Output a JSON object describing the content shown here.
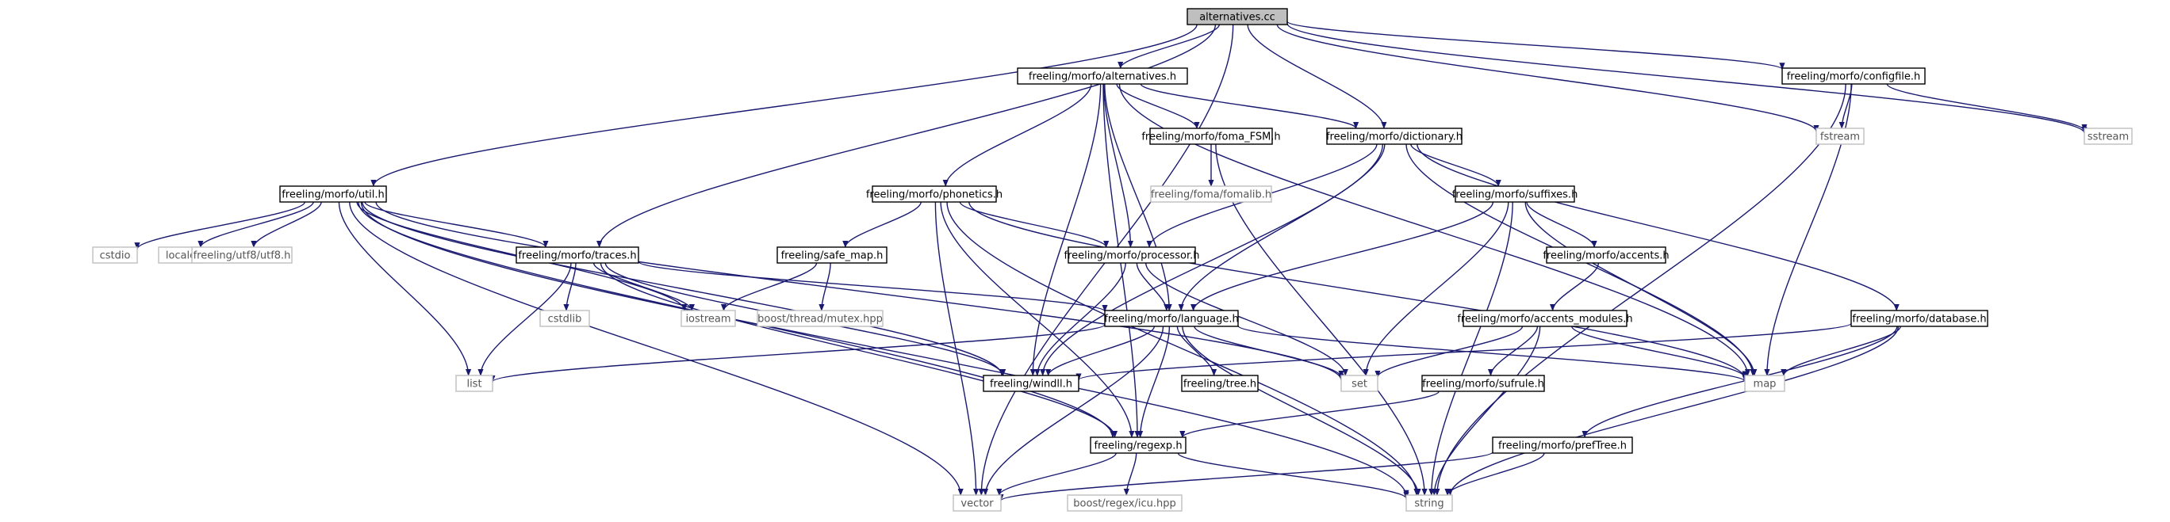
{
  "diagram": {
    "colors": {
      "edge": "#191970",
      "root_fill": "#bfbfbf",
      "external_border": "#bfbfbf",
      "internal_border": "#000000"
    },
    "nodes": [
      {
        "id": "root",
        "label": "alternatives.cc",
        "kind": "root"
      },
      {
        "id": "alt_h",
        "label": "freeling/morfo/alternatives.h",
        "kind": "internal"
      },
      {
        "id": "configfile",
        "label": "freeling/morfo/configfile.h",
        "kind": "internal"
      },
      {
        "id": "fstream",
        "label": "fstream",
        "kind": "external"
      },
      {
        "id": "sstream",
        "label": "sstream",
        "kind": "external"
      },
      {
        "id": "foma_fsm",
        "label": "freeling/morfo/foma_FSM.h",
        "kind": "internal"
      },
      {
        "id": "dictionary",
        "label": "freeling/morfo/dictionary.h",
        "kind": "internal"
      },
      {
        "id": "fomalib",
        "label": "freeling/foma/fomalib.h",
        "kind": "external"
      },
      {
        "id": "util",
        "label": "freeling/morfo/util.h",
        "kind": "internal"
      },
      {
        "id": "phonetics",
        "label": "freeling/morfo/phonetics.h",
        "kind": "internal"
      },
      {
        "id": "suffixes",
        "label": "freeling/morfo/suffixes.h",
        "kind": "internal"
      },
      {
        "id": "cstdio",
        "label": "cstdio",
        "kind": "external"
      },
      {
        "id": "locale",
        "label": "locale",
        "kind": "external"
      },
      {
        "id": "utf8",
        "label": "freeling/utf8/utf8.h",
        "kind": "external"
      },
      {
        "id": "traces",
        "label": "freeling/morfo/traces.h",
        "kind": "internal"
      },
      {
        "id": "safe_map",
        "label": "freeling/safe_map.h",
        "kind": "internal"
      },
      {
        "id": "processor",
        "label": "freeling/morfo/processor.h",
        "kind": "internal"
      },
      {
        "id": "accents",
        "label": "freeling/morfo/accents.h",
        "kind": "internal"
      },
      {
        "id": "cstdlib",
        "label": "cstdlib",
        "kind": "external"
      },
      {
        "id": "iostream",
        "label": "iostream",
        "kind": "external"
      },
      {
        "id": "mutex",
        "label": "boost/thread/mutex.hpp",
        "kind": "external"
      },
      {
        "id": "language",
        "label": "freeling/morfo/language.h",
        "kind": "internal"
      },
      {
        "id": "accents_modules",
        "label": "freeling/morfo/accents_modules.h",
        "kind": "internal"
      },
      {
        "id": "database",
        "label": "freeling/morfo/database.h",
        "kind": "internal"
      },
      {
        "id": "list",
        "label": "list",
        "kind": "external"
      },
      {
        "id": "windll",
        "label": "freeling/windll.h",
        "kind": "internal"
      },
      {
        "id": "tree",
        "label": "freeling/tree.h",
        "kind": "internal"
      },
      {
        "id": "set",
        "label": "set",
        "kind": "external"
      },
      {
        "id": "sufrule",
        "label": "freeling/morfo/sufrule.h",
        "kind": "internal"
      },
      {
        "id": "map",
        "label": "map",
        "kind": "external"
      },
      {
        "id": "regexp",
        "label": "freeling/regexp.h",
        "kind": "internal"
      },
      {
        "id": "preftree",
        "label": "freeling/morfo/prefTree.h",
        "kind": "internal"
      },
      {
        "id": "vector",
        "label": "vector",
        "kind": "external"
      },
      {
        "id": "string",
        "label": "string",
        "kind": "external"
      },
      {
        "id": "icu",
        "label": "boost/regex/icu.hpp",
        "kind": "external"
      }
    ],
    "edges": [
      [
        "root",
        "alt_h"
      ],
      [
        "root",
        "configfile"
      ],
      [
        "root",
        "fstream"
      ],
      [
        "root",
        "sstream"
      ],
      [
        "root",
        "dictionary"
      ],
      [
        "root",
        "util"
      ],
      [
        "root",
        "traces"
      ],
      [
        "root",
        "vector"
      ],
      [
        "alt_h",
        "foma_fsm"
      ],
      [
        "alt_h",
        "dictionary"
      ],
      [
        "alt_h",
        "phonetics"
      ],
      [
        "alt_h",
        "processor"
      ],
      [
        "alt_h",
        "language"
      ],
      [
        "alt_h",
        "windll"
      ],
      [
        "alt_h",
        "regexp"
      ],
      [
        "alt_h",
        "map"
      ],
      [
        "configfile",
        "fstream"
      ],
      [
        "configfile",
        "sstream"
      ],
      [
        "configfile",
        "map"
      ],
      [
        "configfile",
        "string"
      ],
      [
        "foma_fsm",
        "fomalib"
      ],
      [
        "foma_fsm",
        "string"
      ],
      [
        "dictionary",
        "suffixes"
      ],
      [
        "dictionary",
        "database"
      ],
      [
        "dictionary",
        "processor"
      ],
      [
        "dictionary",
        "language"
      ],
      [
        "dictionary",
        "windll"
      ],
      [
        "dictionary",
        "map"
      ],
      [
        "util",
        "cstdio"
      ],
      [
        "util",
        "locale"
      ],
      [
        "util",
        "utf8"
      ],
      [
        "util",
        "traces"
      ],
      [
        "util",
        "iostream"
      ],
      [
        "util",
        "list"
      ],
      [
        "util",
        "windll"
      ],
      [
        "util",
        "set"
      ],
      [
        "util",
        "regexp"
      ],
      [
        "util",
        "vector"
      ],
      [
        "util",
        "string"
      ],
      [
        "phonetics",
        "safe_map"
      ],
      [
        "phonetics",
        "processor"
      ],
      [
        "phonetics",
        "map"
      ],
      [
        "phonetics",
        "vector"
      ],
      [
        "phonetics",
        "regexp"
      ],
      [
        "phonetics",
        "string"
      ],
      [
        "suffixes",
        "accents"
      ],
      [
        "suffixes",
        "language"
      ],
      [
        "suffixes",
        "set"
      ],
      [
        "suffixes",
        "map"
      ],
      [
        "suffixes",
        "string"
      ],
      [
        "traces",
        "cstdlib"
      ],
      [
        "traces",
        "iostream"
      ],
      [
        "traces",
        "language"
      ],
      [
        "traces",
        "list"
      ],
      [
        "traces",
        "windll"
      ],
      [
        "traces",
        "regexp"
      ],
      [
        "safe_map",
        "iostream"
      ],
      [
        "safe_map",
        "mutex"
      ],
      [
        "processor",
        "language"
      ],
      [
        "processor",
        "set"
      ],
      [
        "processor",
        "windll"
      ],
      [
        "accents",
        "accents_modules"
      ],
      [
        "language",
        "list"
      ],
      [
        "language",
        "windll"
      ],
      [
        "language",
        "tree"
      ],
      [
        "language",
        "set"
      ],
      [
        "language",
        "map"
      ],
      [
        "language",
        "regexp"
      ],
      [
        "language",
        "vector"
      ],
      [
        "language",
        "string"
      ],
      [
        "accents_modules",
        "sufrule"
      ],
      [
        "accents_modules",
        "set"
      ],
      [
        "accents_modules",
        "map"
      ],
      [
        "accents_modules",
        "string"
      ],
      [
        "database",
        "windll"
      ],
      [
        "database",
        "map"
      ],
      [
        "database",
        "preftree"
      ],
      [
        "database",
        "string"
      ],
      [
        "sufrule",
        "regexp"
      ],
      [
        "regexp",
        "vector"
      ],
      [
        "regexp",
        "string"
      ],
      [
        "regexp",
        "icu"
      ],
      [
        "preftree",
        "vector"
      ],
      [
        "preftree",
        "string"
      ]
    ]
  }
}
